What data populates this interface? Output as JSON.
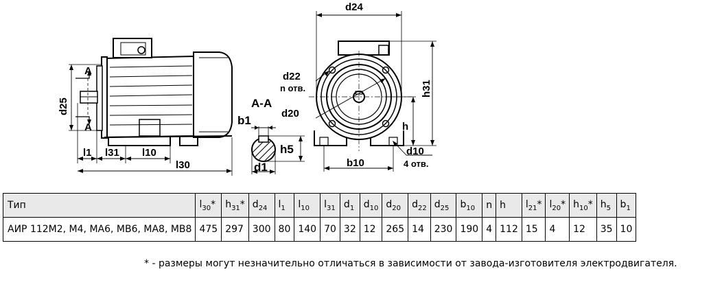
{
  "side_view": {
    "labels": {
      "section_mark_top": "A",
      "section_mark_bottom": "A",
      "d25": "d25",
      "l1": "l1",
      "l31": "l31",
      "l10": "l10",
      "l30": "l30"
    }
  },
  "section_view": {
    "labels": {
      "title": "A-A",
      "b1": "b1",
      "h5": "h5",
      "d1": "d1"
    }
  },
  "front_view": {
    "labels": {
      "d24": "d24",
      "d22": "d22",
      "n_holes": "n отв.",
      "d20": "d20",
      "h31": "h31",
      "h": "h",
      "d10": "d10",
      "holes_4": "4 отв.",
      "b10": "b10"
    }
  },
  "table": {
    "headers": [
      {
        "base": "Тип",
        "sub": "",
        "suffix": ""
      },
      {
        "base": "l",
        "sub": "30",
        "suffix": "*"
      },
      {
        "base": "h",
        "sub": "31",
        "suffix": "*"
      },
      {
        "base": "d",
        "sub": "24",
        "suffix": ""
      },
      {
        "base": "l",
        "sub": "1",
        "suffix": ""
      },
      {
        "base": "l",
        "sub": "10",
        "suffix": ""
      },
      {
        "base": "l",
        "sub": "31",
        "suffix": ""
      },
      {
        "base": "d",
        "sub": "1",
        "suffix": ""
      },
      {
        "base": "d",
        "sub": "10",
        "suffix": ""
      },
      {
        "base": "d",
        "sub": "20",
        "suffix": ""
      },
      {
        "base": "d",
        "sub": "22",
        "suffix": ""
      },
      {
        "base": "d",
        "sub": "25",
        "suffix": ""
      },
      {
        "base": "b",
        "sub": "10",
        "suffix": ""
      },
      {
        "base": "n",
        "sub": "",
        "suffix": ""
      },
      {
        "base": "h",
        "sub": "",
        "suffix": ""
      },
      {
        "base": "l",
        "sub": "21",
        "suffix": "*"
      },
      {
        "base": "l",
        "sub": "20",
        "suffix": "*"
      },
      {
        "base": "h",
        "sub": "10",
        "suffix": "*"
      },
      {
        "base": "h",
        "sub": "5",
        "suffix": ""
      },
      {
        "base": "b",
        "sub": "1",
        "suffix": ""
      }
    ],
    "row": [
      "АИР 112М2, М4, МА6, МВ6, МА8, МВ8",
      "475",
      "297",
      "300",
      "80",
      "140",
      "70",
      "32",
      "12",
      "265",
      "14",
      "230",
      "190",
      "4",
      "112",
      "15",
      "4",
      "12",
      "35",
      "10"
    ]
  },
  "footnote": "* - размеры могут незначительно отличаться в зависимости от завода-изготовителя электродвигателя."
}
